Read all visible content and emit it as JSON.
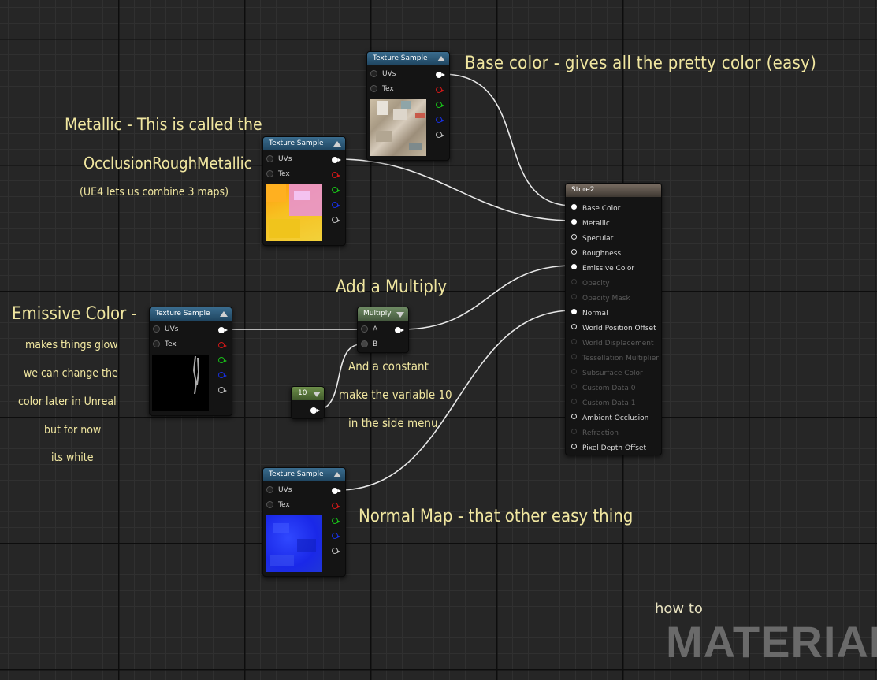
{
  "nodes": {
    "tex_base": {
      "title": "Texture Sample",
      "pins": [
        "UVs",
        "Tex"
      ]
    },
    "tex_metal": {
      "title": "Texture Sample",
      "pins": [
        "UVs",
        "Tex"
      ]
    },
    "tex_emissive": {
      "title": "Texture Sample",
      "pins": [
        "UVs",
        "Tex"
      ]
    },
    "tex_normal": {
      "title": "Texture Sample",
      "pins": [
        "UVs",
        "Tex"
      ]
    },
    "multiply": {
      "title": "Multiply",
      "pins": [
        "A",
        "B"
      ]
    },
    "constant": {
      "title": "10"
    },
    "store": {
      "title": "Store2",
      "inputs": [
        {
          "label": "Base Color",
          "active": true
        },
        {
          "label": "Metallic",
          "active": true
        },
        {
          "label": "Specular",
          "active": true
        },
        {
          "label": "Roughness",
          "active": true
        },
        {
          "label": "Emissive Color",
          "active": true
        },
        {
          "label": "Opacity",
          "active": false
        },
        {
          "label": "Opacity Mask",
          "active": false
        },
        {
          "label": "Normal",
          "active": true
        },
        {
          "label": "World Position Offset",
          "active": true
        },
        {
          "label": "World Displacement",
          "active": false
        },
        {
          "label": "Tessellation Multiplier",
          "active": false
        },
        {
          "label": "Subsurface Color",
          "active": false
        },
        {
          "label": "Custom Data 0",
          "active": false
        },
        {
          "label": "Custom Data 1",
          "active": false
        },
        {
          "label": "Ambient Occlusion",
          "active": true
        },
        {
          "label": "Refraction",
          "active": false
        },
        {
          "label": "Pixel Depth Offset",
          "active": true
        }
      ]
    }
  },
  "notes": {
    "base_color": "Base color - gives all the pretty color (easy)",
    "metallic_1": "Metallic - This is called the",
    "metallic_2": "OcclusionRoughMetallic",
    "metallic_3": "(UE4 lets us combine 3 maps)",
    "multiply": "Add a Multiply",
    "constant_1": "And a constant",
    "constant_2": "make the variable 10",
    "constant_3": "in the side menu",
    "emissive_1": "Emissive Color -",
    "emissive_2": "makes things glow",
    "emissive_3": "we can change the",
    "emissive_4": "color later in Unreal",
    "emissive_5": "but for now",
    "emissive_6": "its white",
    "normal": "Normal Map - that other easy thing"
  },
  "branding": {
    "small": "how to",
    "large": "MATERIAL"
  },
  "colors": {
    "rgb_out": "#ffffff",
    "r_out": "#d01818",
    "g_out": "#18c018",
    "b_out": "#1830e0",
    "a_out": "#bbbbbb",
    "annotation": "#f0e6a0"
  }
}
